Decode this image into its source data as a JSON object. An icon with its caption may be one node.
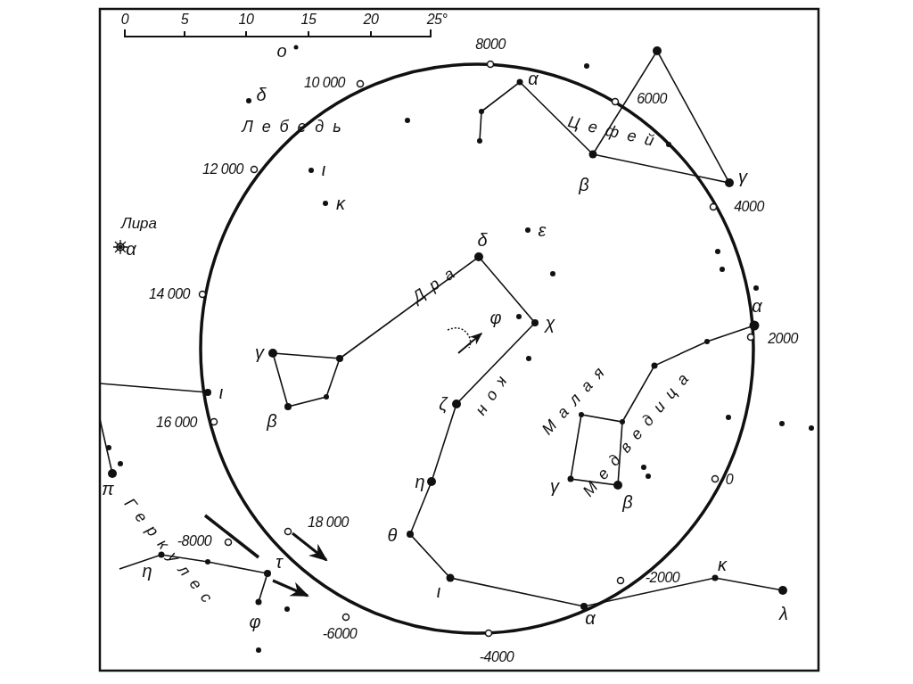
{
  "diagram": {
    "labels": [
      "0",
      "5",
      "10",
      "15",
      "20",
      "25°",
      "ο",
      "8000",
      "10 000",
      "α",
      "δ",
      "Лебедь",
      "6000",
      "Цефей",
      "12 000",
      "ι",
      "β",
      "γ",
      "κ",
      "4000",
      "Лира",
      "α",
      "ε",
      "δ",
      "Дра",
      "14 000",
      "φ",
      "χ",
      "α",
      "2000",
      "γ",
      "кон",
      "Малая",
      "Медведица",
      "ι",
      "ζ",
      "β",
      "16 000",
      "γ",
      "β",
      "0",
      "π",
      "Геркулес",
      "η",
      "18 000",
      "θ",
      "-8000",
      "η",
      "τ",
      "ι",
      "-2000",
      "κ",
      "φ",
      "α",
      "λ",
      "-6000",
      "-4000"
    ]
  }
}
